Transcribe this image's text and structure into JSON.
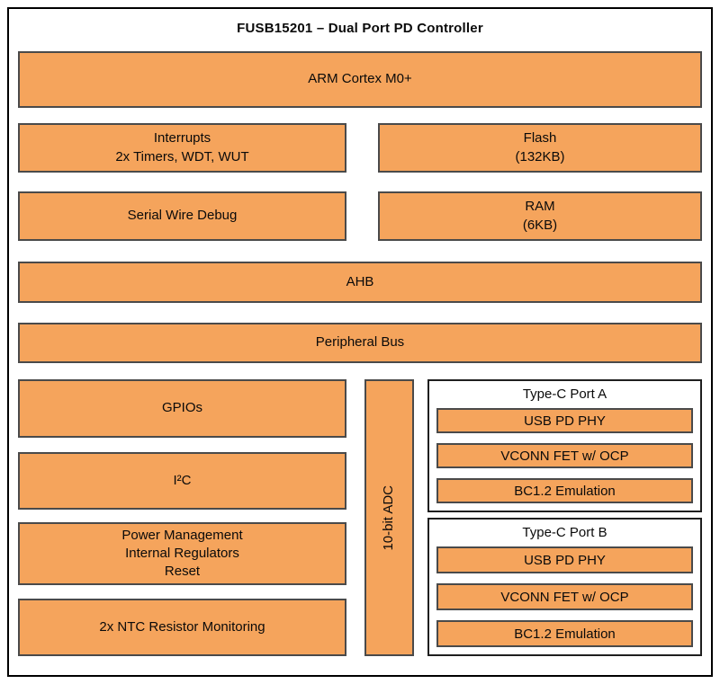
{
  "title": "FUSB15201 – Dual Port PD Controller",
  "colors": {
    "block_fill": "#F5A45C",
    "block_border": "#4A4A4A",
    "frame_border": "#000000",
    "background": "#FFFFFF"
  },
  "blocks": {
    "arm_cortex": "ARM Cortex M0+",
    "interrupts": {
      "line1": "Interrupts",
      "line2": "2x Timers, WDT, WUT"
    },
    "flash": {
      "line1": "Flash",
      "line2": "(132KB)"
    },
    "serial_wire_debug": "Serial Wire Debug",
    "ram": {
      "line1": "RAM",
      "line2": "(6KB)"
    },
    "ahb": "AHB",
    "peripheral_bus": "Peripheral Bus",
    "gpios": "GPIOs",
    "i2c": "I²C",
    "power_management": {
      "line1": "Power Management",
      "line2": "Internal Regulators",
      "line3": "Reset"
    },
    "ntc_monitoring": "2x NTC Resistor Monitoring",
    "adc": "10-bit ADC",
    "type_c_port_a": {
      "title": "Type-C Port A",
      "items": [
        "USB PD PHY",
        "VCONN FET w/ OCP",
        "BC1.2 Emulation"
      ]
    },
    "type_c_port_b": {
      "title": "Type-C Port B",
      "items": [
        "USB PD PHY",
        "VCONN FET w/ OCP",
        "BC1.2 Emulation"
      ]
    }
  }
}
